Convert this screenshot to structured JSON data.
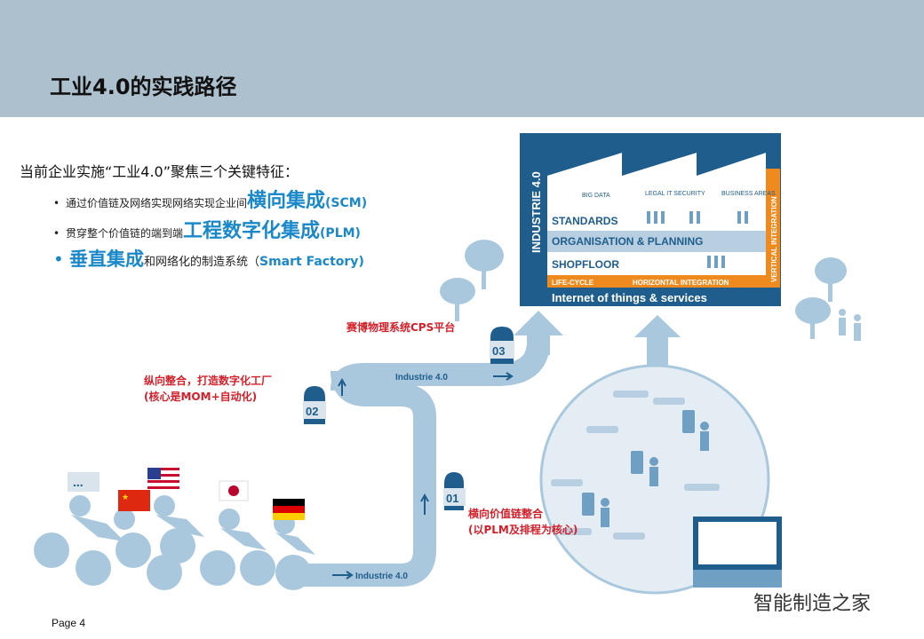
{
  "title": "工业4.0的实践路径",
  "intro": "当前企业实施“工业4.0”聚焦三个关键特征：",
  "bullets": [
    {
      "pre": "通过价值链及网络实现网络实现企业间",
      "emph": "横向集成",
      "tag": "(SCM)"
    },
    {
      "pre": "贯穿整个价值链的端到端",
      "emph": "工程数字化集成",
      "tag": "(PLM)"
    },
    {
      "emph": "垂直集成",
      "post": "和网络化的制造系统（",
      "tag": "Smart Factory",
      "close": ")"
    }
  ],
  "path": {
    "label_bottom": "Industrie 4.0",
    "label_top": "Industrie 4.0",
    "steps": [
      "01",
      "02",
      "03"
    ],
    "step_labels": {
      "s01_l1": "横向价值链整合",
      "s01_l2": "(以PLM及排程为核心)",
      "s02_l1": "纵向整合，打造数字化工厂",
      "s02_l2": "(核心是MOM+自动化)",
      "s03": "赛博物理系统CPS平台"
    }
  },
  "factory": {
    "side_title": "INDUSTRIE 4.0",
    "roof_labels": [
      "BIG DATA",
      "LEGAL IT SECURITY",
      "BUSINESS AREAS"
    ],
    "layers": [
      "STANDARDS",
      "ORGANISATION & PLANNING",
      "SHOPFLOOR"
    ],
    "life_cycle": "LIFE-CYCLE",
    "horizontal": "HORIZONTAL INTEGRATION",
    "vertical": "VERTICAL INTEGRATION",
    "base": "Internet of things & services"
  },
  "flags_ellipsis": "...",
  "page": "Page 4",
  "watermark": "智能制造之家",
  "colors": {
    "header": "#adc0ce",
    "accent_blue": "#1a88c9",
    "red": "#d4202a",
    "factory_blue": "#1f5d8c",
    "orange": "#ef8a1f",
    "path_blue": "#a9c8dd"
  }
}
